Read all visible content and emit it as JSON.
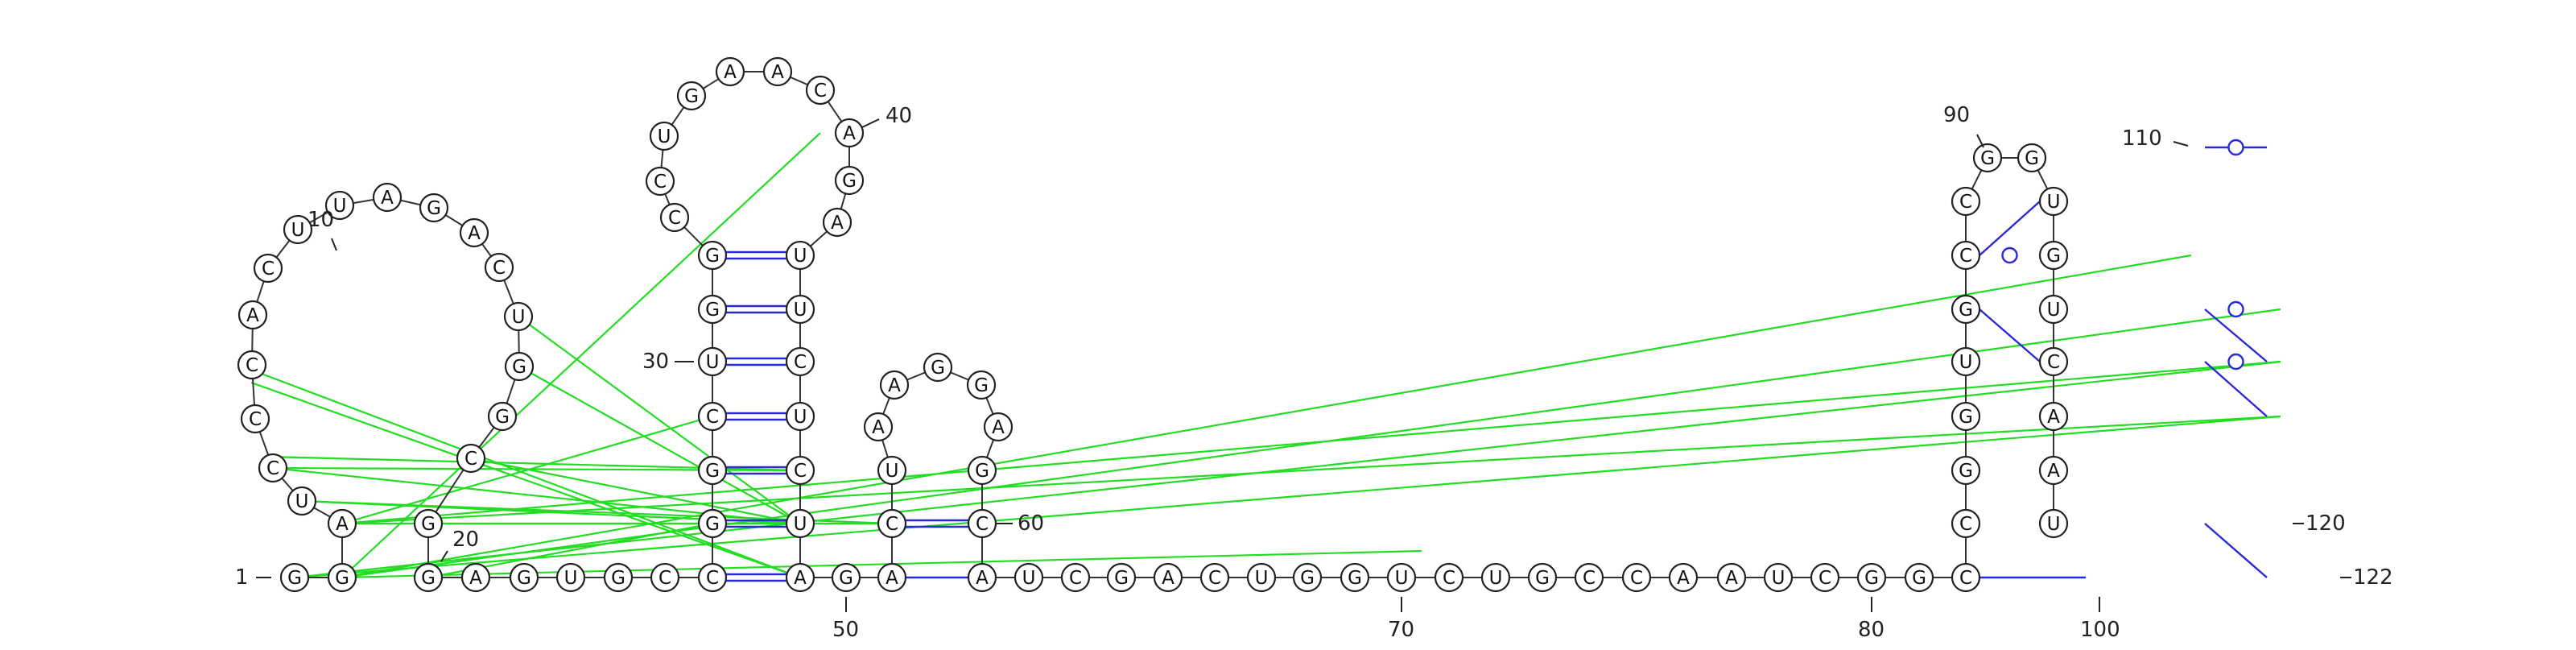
{
  "sequence": "GGAUCCCACUUAGACUGGCGGAGUGCCGGCUGGCCUGAACAGAUUCUCUAGACUAAGGAGCAUCGACUGGUCUGCCAAUCGGCCGGUGCCGGUGUCAAU",
  "labels": {
    "n1": "1",
    "n10": "10",
    "n20": "20",
    "n30": "30",
    "n40": "40",
    "n50": "50",
    "n60": "60",
    "n70": "70",
    "n80": "80",
    "n90": "90",
    "n100": "100",
    "n110": "110",
    "n120": "120",
    "n122": "122"
  },
  "colors": {
    "canonical_pair": "#2a2ad8",
    "pseudoknot_pair": "#22dd22",
    "backbone": "#333333"
  }
}
